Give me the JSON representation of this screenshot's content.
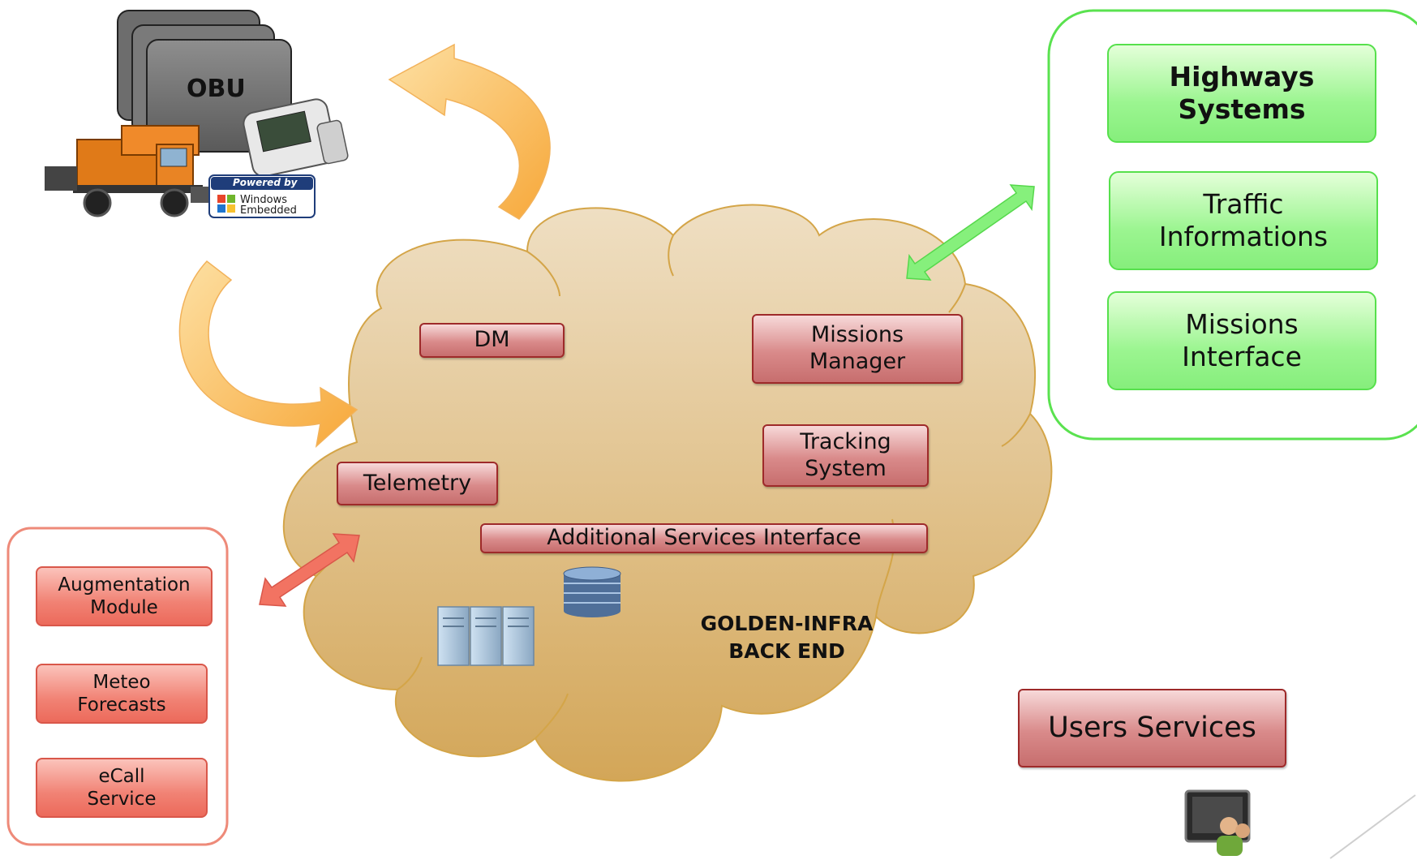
{
  "obu": {
    "label": "OBU",
    "badge_line1": "Powered by",
    "badge_line2": "Windows",
    "badge_line3": "Embedded"
  },
  "cloud": {
    "label_line1": "GOLDEN-INFRA",
    "label_line2": "BACK END",
    "modules": {
      "dm": "DM",
      "missions_manager_line1": "Missions",
      "missions_manager_line2": "Manager",
      "tracking_line1": "Tracking",
      "tracking_line2": "System",
      "telemetry": "Telemetry",
      "additional_services": "Additional Services Interface"
    }
  },
  "highways_panel": {
    "items": [
      {
        "line1": "Highways",
        "line2": "Systems"
      },
      {
        "line1": "Traffic",
        "line2": "Informations"
      },
      {
        "line1": "Missions",
        "line2": "Interface"
      }
    ]
  },
  "external_services_panel": {
    "items": [
      {
        "line1": "Augmentation",
        "line2": "Module"
      },
      {
        "line1": "Meteo",
        "line2": "Forecasts"
      },
      {
        "line1": "eCall",
        "line2": "Service"
      }
    ]
  },
  "users_services": {
    "label": "Users Services"
  },
  "colors": {
    "cloud_fill_top": "#ecd8b4",
    "cloud_fill_bottom": "#d5a857",
    "cloud_stroke": "#d4a548",
    "orange_arrow": "#f9b041",
    "green_arrow": "#7ef57a",
    "red_arrow": "#f06a5a",
    "module_red": "#d98a8a",
    "panel_green": "#57e24d",
    "panel_salmon": "#ee8a79"
  },
  "icons": [
    "truck-icon",
    "device-icon",
    "windows-logo-icon",
    "server-rack-icon",
    "database-icon",
    "users-monitor-icon"
  ]
}
